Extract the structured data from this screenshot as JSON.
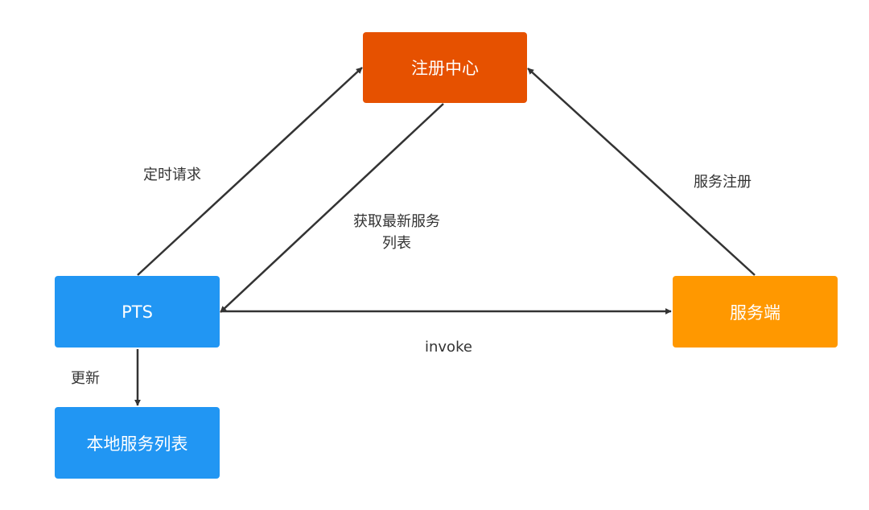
{
  "nodes": {
    "registry": {
      "label": "注册中心",
      "color": "#E65100"
    },
    "pts": {
      "label": "PTS",
      "color": "#2196F3"
    },
    "server": {
      "label": "服务端",
      "color": "#FF9800"
    },
    "local_list": {
      "label": "本地服务列表",
      "color": "#2196F3"
    }
  },
  "edges": {
    "timed_request": "定时请求",
    "get_latest_line1": "获取最新服务",
    "get_latest_line2": "列表",
    "service_register": "服务注册",
    "invoke": "invoke",
    "update": "更新"
  },
  "colors": {
    "arrow": "#333333",
    "label_text": "#333333"
  }
}
